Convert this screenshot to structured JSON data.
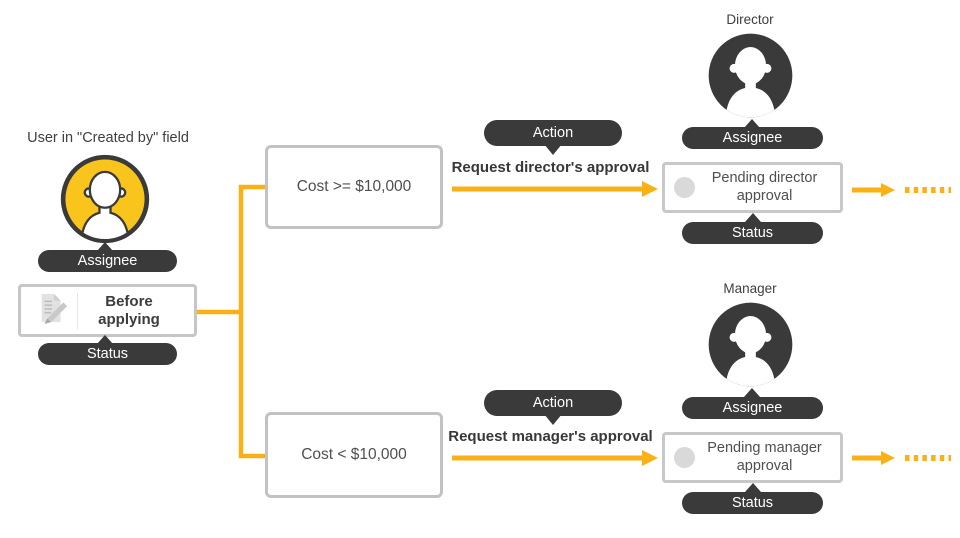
{
  "colors": {
    "accent_orange": "#fbb116",
    "avatar_yellow": "#f9c51d",
    "dark": "#3a3a3a",
    "box_border_gray": "#c4c4c4",
    "pending_dot_gray": "#d9d9d9",
    "text_dark": "#4f4f4f"
  },
  "start": {
    "creator_label": "User in \"Created by\" field",
    "assignee_badge": "Assignee",
    "status_value": "Before applying",
    "status_badge": "Status"
  },
  "branches": [
    {
      "condition": "Cost >= $10,000",
      "action_badge": "Action",
      "action_label": "Request director's approval",
      "approver_title": "Director",
      "assignee_badge": "Assignee",
      "pending_status": "Pending director approval",
      "status_badge": "Status"
    },
    {
      "condition": "Cost < $10,000",
      "action_badge": "Action",
      "action_label": "Request manager's approval",
      "approver_title": "Manager",
      "assignee_badge": "Assignee",
      "pending_status": "Pending manager approval",
      "status_badge": "Status"
    }
  ]
}
